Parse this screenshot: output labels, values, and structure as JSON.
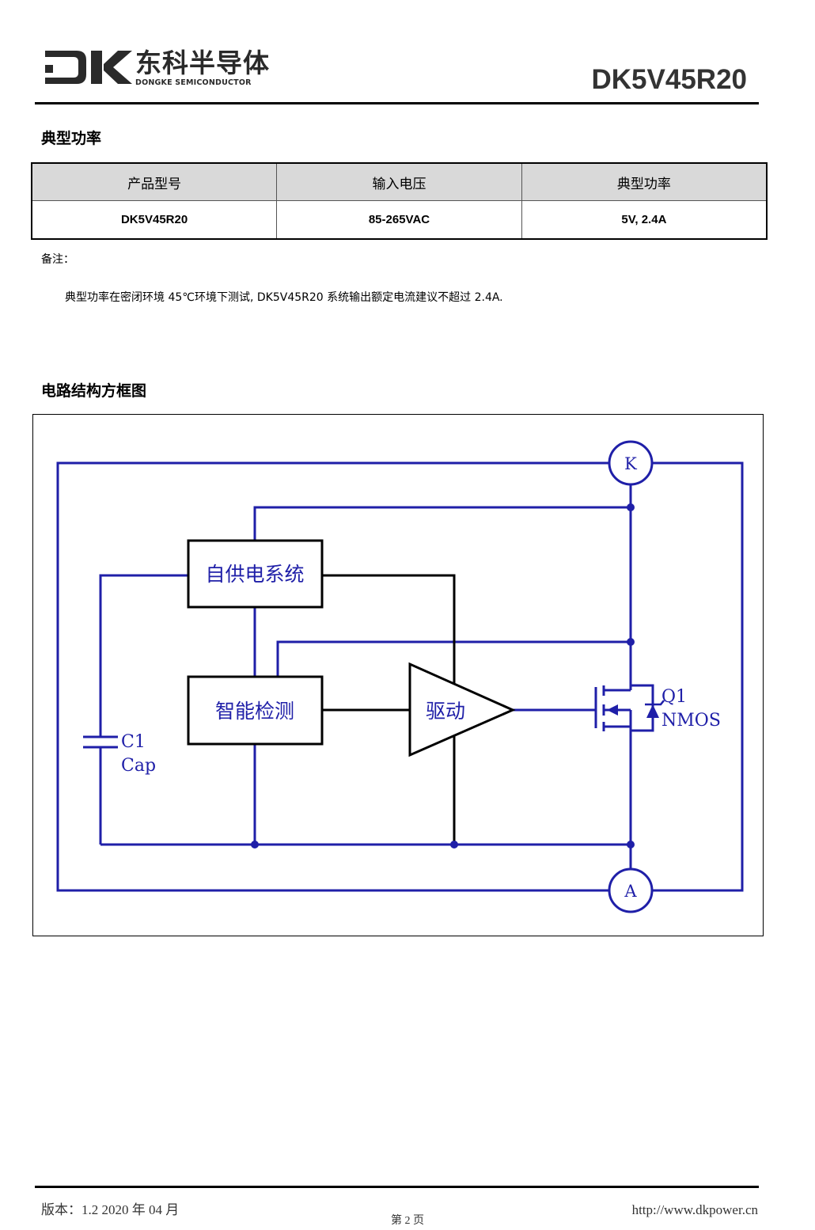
{
  "header": {
    "logo_cn": "东科半导体",
    "logo_en": "DONGKE SEMICONDUCTOR",
    "doc_title": "DK5V45R20",
    "logo_color": "#2a2a2a"
  },
  "typical_power": {
    "title": "典型功率",
    "table": {
      "headers": [
        "产品型号",
        "输入电压",
        "典型功率"
      ],
      "rows": [
        [
          "DK5V45R20",
          "85-265VAC",
          "5V, 2.4A"
        ]
      ]
    },
    "notes_label": "备注：",
    "notes_text": "典型功率在密闭环境  45℃环境下测试, DK5V45R20 系统输出额定电流建议不超过 2.4A."
  },
  "block_diagram": {
    "title": "电路结构方框图",
    "blocks": {
      "self_supply": "自供电系统",
      "smart_detect": "智能检测",
      "driver": "驱动"
    },
    "terminals": {
      "k": "K",
      "a": "A"
    },
    "capacitor": {
      "ref": "C1",
      "value": "Cap"
    },
    "transistor": {
      "ref": "Q1",
      "type": "NMOS"
    },
    "colors": {
      "wire": "#1f1fa8",
      "block_text": "#1f1fa8",
      "outline": "#000000"
    }
  },
  "footer": {
    "version": "版本：1.2    2020 年 04 月",
    "page": "第 2 页",
    "url": "http://www.dkpower.cn"
  }
}
